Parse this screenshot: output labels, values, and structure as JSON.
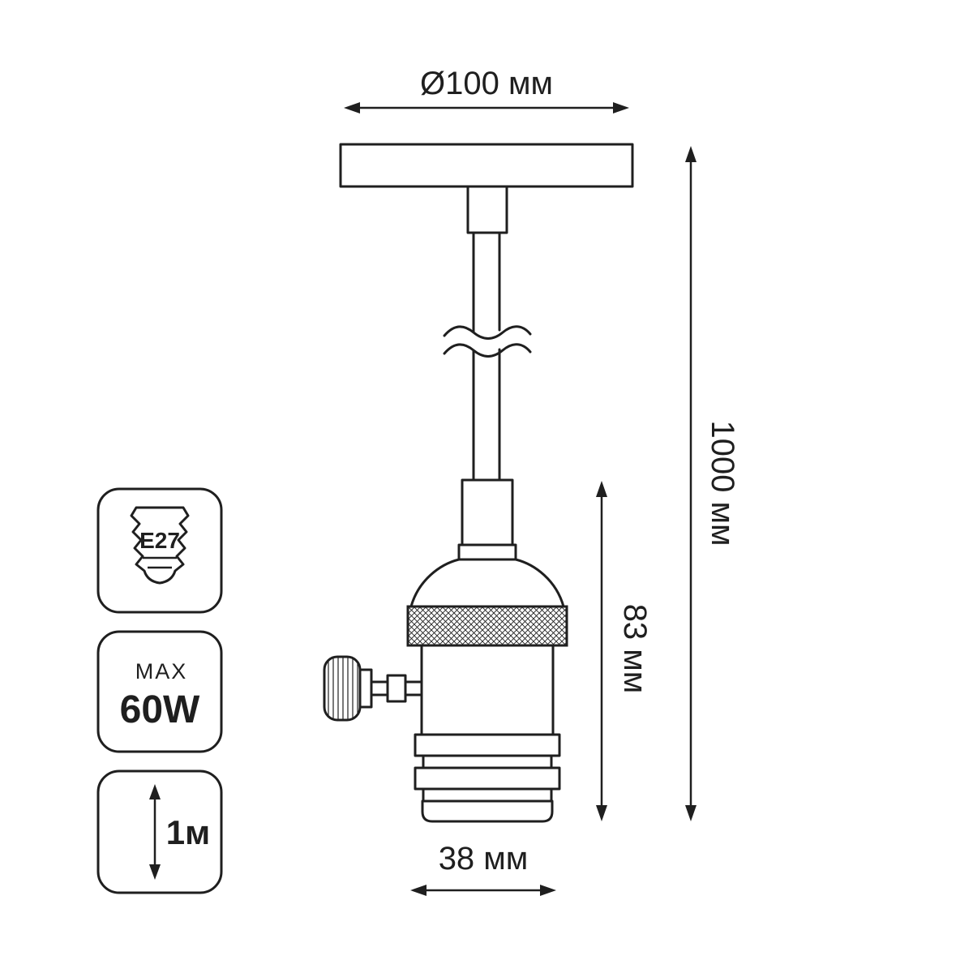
{
  "colors": {
    "line": "#1f1f1f",
    "background": "#ffffff"
  },
  "dimensions": {
    "diameter_label": "Ø100 мм",
    "total_height_label": "1000 мм",
    "socket_height_label": "83 мм",
    "socket_width_label": "38 мм"
  },
  "badges": {
    "socket_type": {
      "label": "E27"
    },
    "max_power": {
      "label": "MAX",
      "value": "60W"
    },
    "cable_length": {
      "label": "1м"
    }
  }
}
